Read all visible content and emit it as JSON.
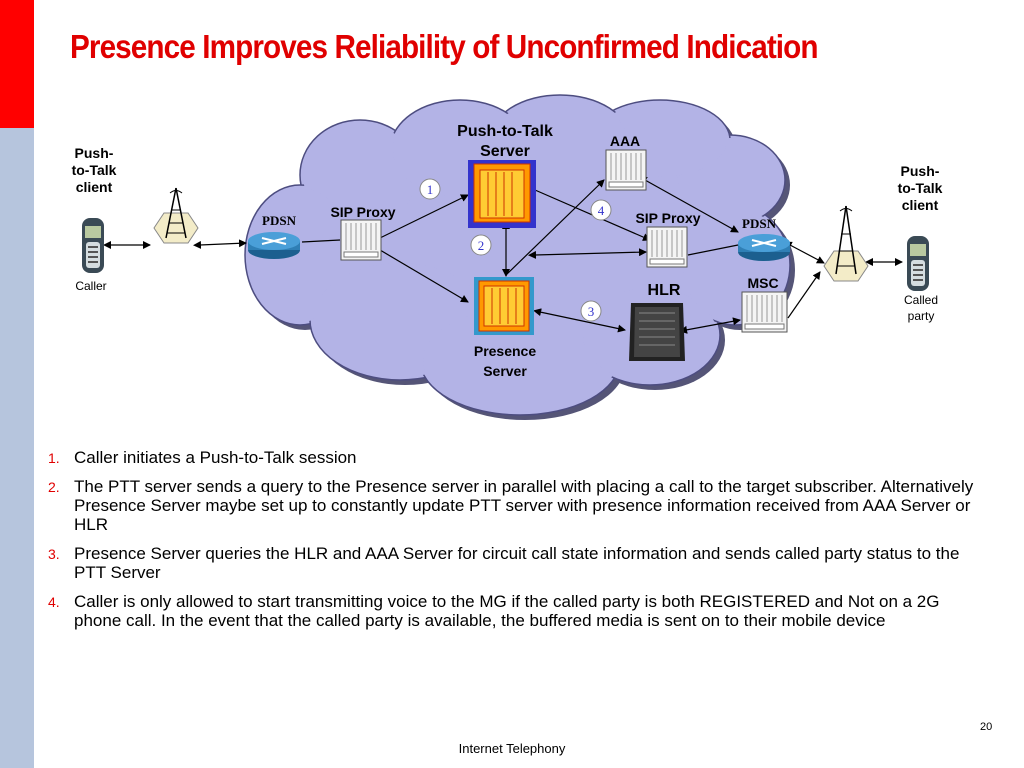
{
  "slide": {
    "title": "Presence Improves Reliability of Unconfirmed Indication",
    "page_number": "20",
    "footer": "Internet Telephony"
  },
  "diagram": {
    "left_client_label": "Push-\nto-Talk\nclient",
    "right_client_label": "Push-\nto-Talk\nclient",
    "caller_label": "Caller",
    "called_party_label": "Called\nparty",
    "ptt_server_label": "Push-to-Talk\nServer",
    "presence_server_label": "Presence\nServer",
    "aaa_label": "AAA",
    "sip_proxy_left_label": "SIP Proxy",
    "sip_proxy_right_label": "SIP Proxy",
    "pdsn_left_label": "PDSN",
    "pdsn_right_label": "PDSN",
    "hlr_label": "HLR",
    "msc_label": "MSC",
    "step_markers": [
      "1",
      "2",
      "3",
      "4"
    ]
  },
  "steps": [
    {
      "num": "1.",
      "text": "Caller initiates a Push-to-Talk session"
    },
    {
      "num": "2.",
      "text": "The PTT server sends a query to the Presence server in parallel with placing a call to the target subscriber. Alternatively Presence Server maybe set up to constantly update PTT server with presence information received from AAA Server or HLR"
    },
    {
      "num": "3.",
      "text": "Presence Server queries the HLR and AAA Server for circuit call state information and sends called party status to the PTT Server"
    },
    {
      "num": "4.",
      "text": "Caller is only allowed to start transmitting voice to the MG if the called party is both REGISTERED and Not on a 2G phone call. In the event that the called party is available, the buffered media is sent on to their mobile device"
    }
  ],
  "colors": {
    "title_red": "#e00000",
    "side_red": "#ff0000",
    "side_blue": "#b6c5dd",
    "cloud_fill": "#b3b3e6",
    "cloud_stroke": "#4d4d80",
    "server_orange": "#ff9900",
    "server_blue": "#3333cc",
    "router_blue": "#2f7fb5"
  },
  "icons": [
    "phone-icon",
    "tower-icon",
    "router-icon",
    "server-icon",
    "rack-icon",
    "hlr-icon"
  ]
}
